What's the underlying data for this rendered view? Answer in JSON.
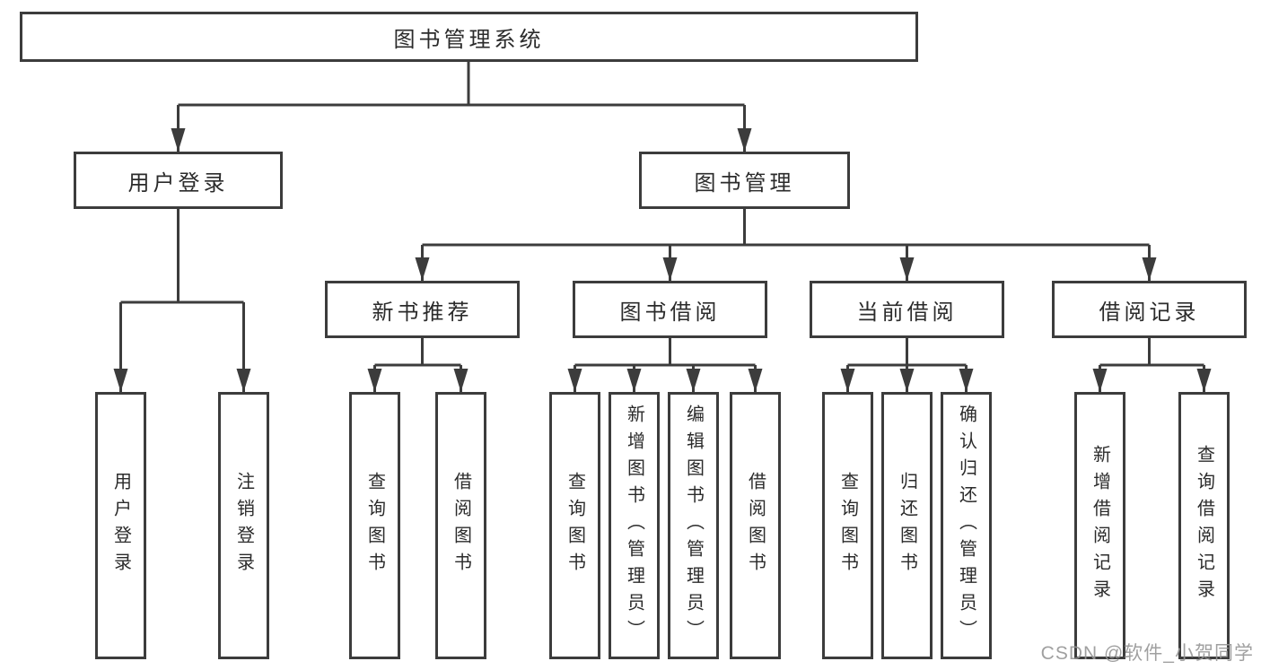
{
  "diagram_title": "图书管理系统",
  "tree": {
    "root": {
      "label": "图书管理系统"
    },
    "branches": [
      {
        "label": "用户登录",
        "children": [
          {
            "label": "用户登录"
          },
          {
            "label": "注销登录"
          }
        ]
      },
      {
        "label": "图书管理",
        "children": [
          {
            "label": "新书推荐",
            "children": [
              {
                "label": "查询图书"
              },
              {
                "label": "借阅图书"
              }
            ]
          },
          {
            "label": "图书借阅",
            "children": [
              {
                "label": "查询图书"
              },
              {
                "label": "新增图书（管理员）"
              },
              {
                "label": "编辑图书（管理员）"
              },
              {
                "label": "借阅图书"
              }
            ]
          },
          {
            "label": "当前借阅",
            "children": [
              {
                "label": "查询图书"
              },
              {
                "label": "归还图书"
              },
              {
                "label": "确认归还（管理员）"
              }
            ]
          },
          {
            "label": "借阅记录",
            "children": [
              {
                "label": "新增借阅记录"
              },
              {
                "label": "查询借阅记录"
              }
            ]
          }
        ]
      }
    ]
  },
  "watermark": {
    "text": "CSDN @软件_小贺同学"
  },
  "colors": {
    "line": "#3c3c3c",
    "box_border": "#3c3c3c",
    "text": "#2b2b2b",
    "watermark": "#969696",
    "background": "#ffffff"
  }
}
